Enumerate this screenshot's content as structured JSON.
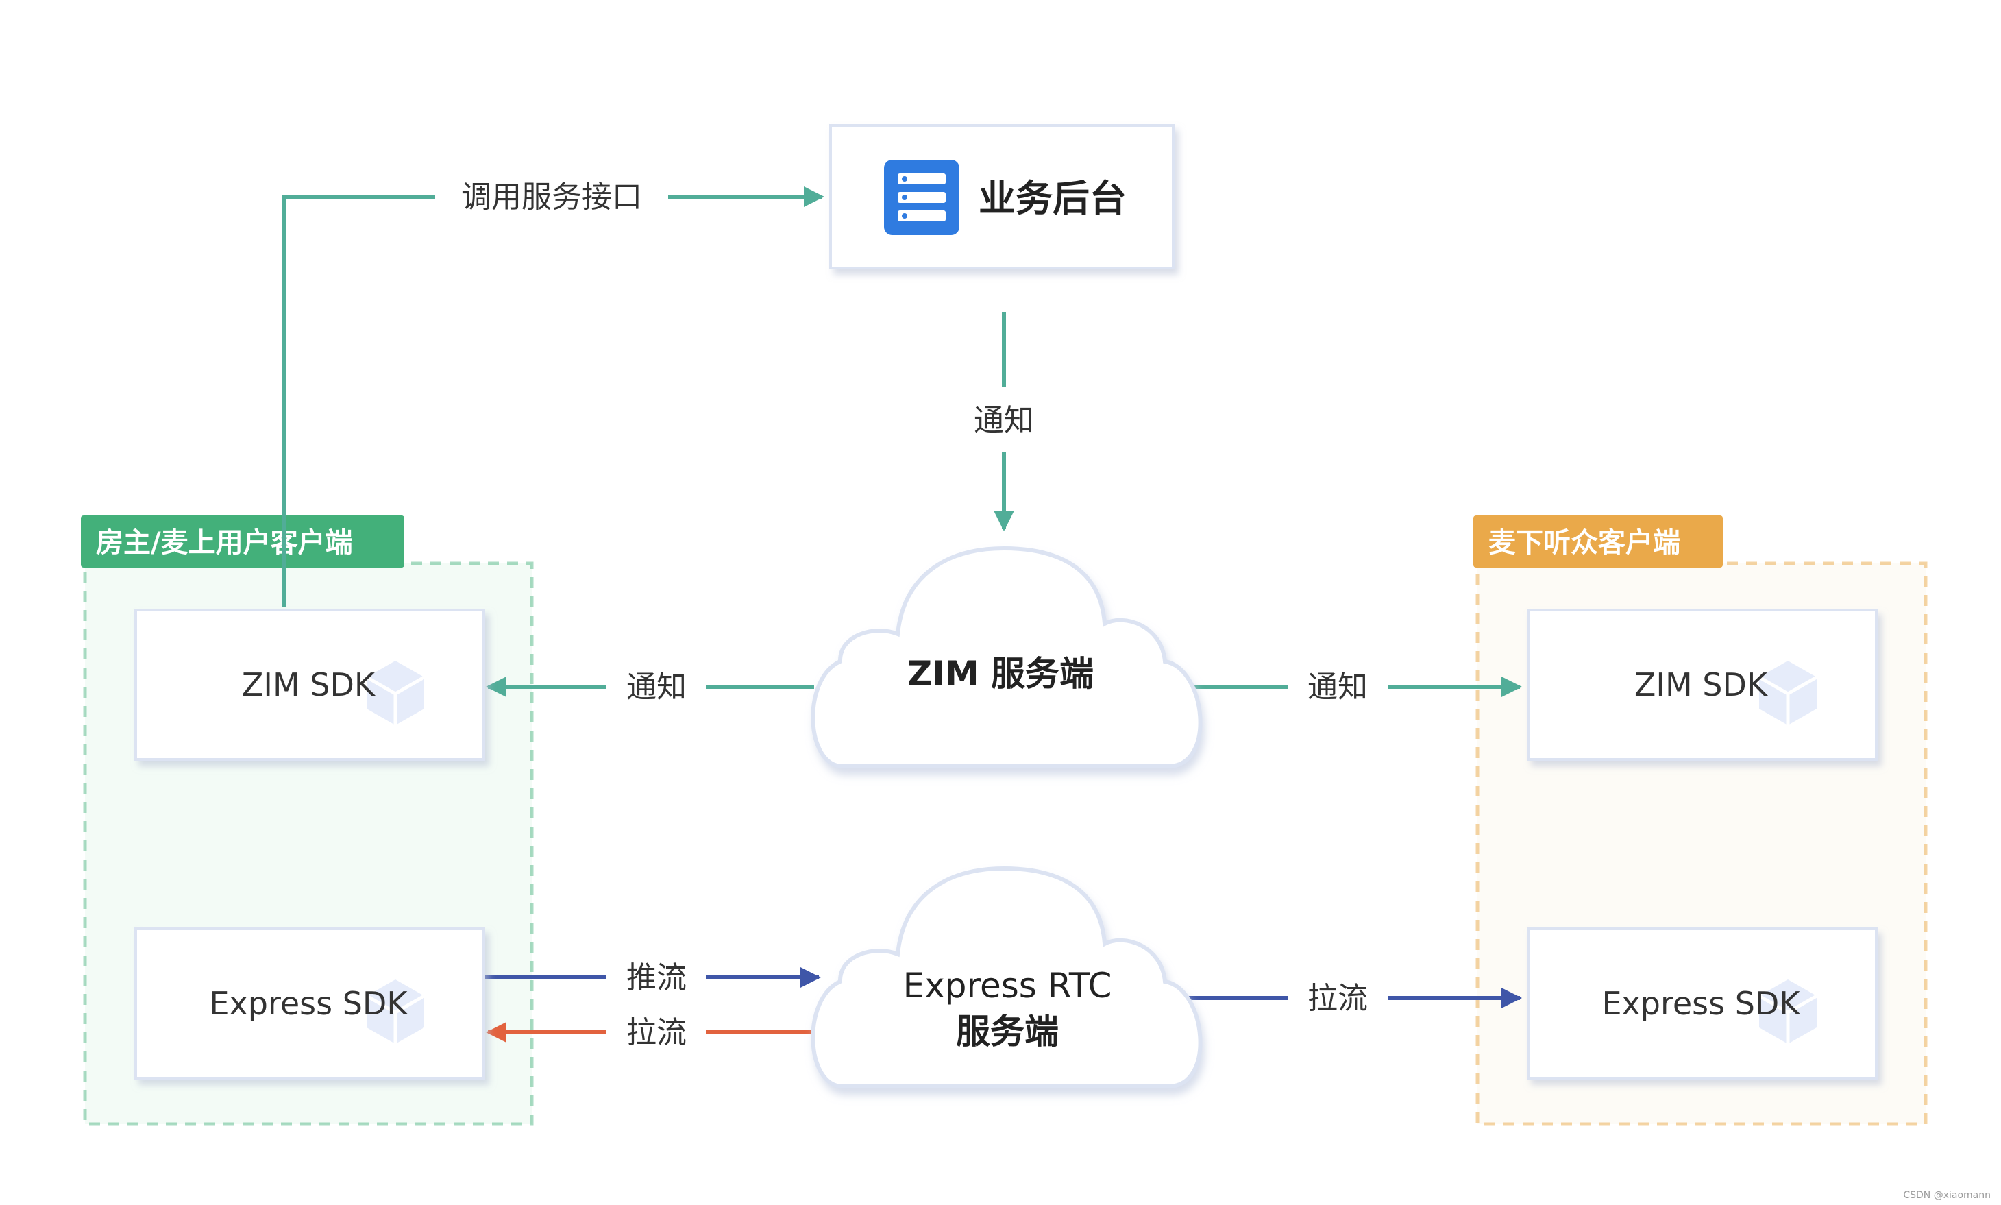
{
  "groups": {
    "host": {
      "title": "房主/麦上用户客户端",
      "color": "#43b07a",
      "bg": "#f3fbf6"
    },
    "audience": {
      "title": "麦下听众客户端",
      "color": "#eaa94a",
      "bg": "#fdfbf6"
    }
  },
  "nodes": {
    "backend": {
      "label": "业务后台",
      "icon": "server-icon"
    },
    "zim_server": {
      "label": "ZIM 服务端"
    },
    "rtc_server": {
      "line1": "Express RTC",
      "line2": "服务端"
    },
    "host_zim": {
      "label": "ZIM SDK",
      "icon": "cube-icon"
    },
    "host_express": {
      "label": "Express SDK",
      "icon": "cube-icon"
    },
    "aud_zim": {
      "label": "ZIM SDK",
      "icon": "cube-icon"
    },
    "aud_express": {
      "label": "Express SDK",
      "icon": "cube-icon"
    }
  },
  "edges": {
    "call_api": {
      "label": "调用服务接口",
      "color": "#51ad98"
    },
    "notify_down": {
      "label": "通知",
      "color": "#51ad98"
    },
    "notify_left": {
      "label": "通知",
      "color": "#51ad98"
    },
    "notify_right": {
      "label": "通知",
      "color": "#51ad98"
    },
    "push_stream": {
      "label": "推流",
      "color": "#3f56a8"
    },
    "pull_stream_host": {
      "label": "拉流",
      "color": "#e2623e"
    },
    "pull_stream_aud": {
      "label": "拉流",
      "color": "#3f56a8"
    }
  },
  "colors": {
    "icon_blue": "#2f7be0",
    "box_border": "#dce3f2",
    "cube": "#e6ecfa"
  },
  "watermark": "CSDN @xiaomann"
}
